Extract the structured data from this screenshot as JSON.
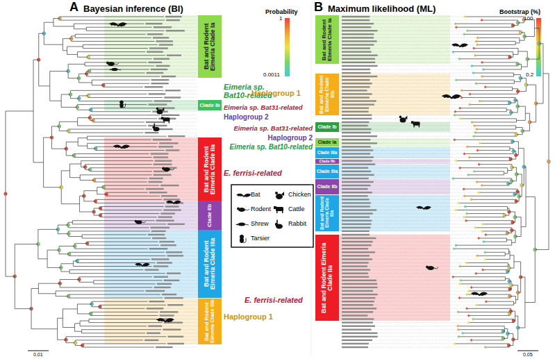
{
  "diagram": {
    "nodes": [
      {
        "text": [
          "Bat and Rodent Eimeria Clade Ia"
        ]
      },
      {
        "text": [
          "Clade Ib"
        ]
      },
      {
        "text": [
          "Bat and Rodent Eimeria Clade IIa"
        ]
      },
      {
        "text": [
          "Clade IIb"
        ]
      },
      {
        "text": [
          "Bat and Rodent Eimeria Clade IIIa"
        ]
      },
      {
        "text": [
          "Bat and Rodent Eimeria Clade IIIb"
        ]
      },
      {
        "text": [
          "Bat and Rodent Eimeria Clade Ia"
        ]
      },
      {
        "text": [
          "Bat and Rodent Eimeria Clade IIIb"
        ]
      },
      {
        "text": [
          "Clade Ib"
        ]
      },
      {
        "text": [
          "Clade Ia"
        ]
      },
      {
        "text": [
          "Clade IIIa"
        ]
      },
      {
        "text": [
          "Clade IIb"
        ]
      },
      {
        "text": [
          "Clade IIIa"
        ]
      },
      {
        "text": [
          "Clade IIb"
        ]
      },
      {
        "text": [
          "Bat and Rodent Eimeria Clade IIIa"
        ]
      },
      {
        "text": [
          "Bat and Rodent Eimeria Clade IIa"
        ]
      }
    ],
    "labels": [
      "A",
      "Bayesian inference (BI)",
      "B",
      "Maximum likelihood (ML)",
      "Probability",
      "1",
      "0.0011",
      "Bootstrap (%)",
      "100",
      "0.2",
      "Eimeria sp. Bat10-related",
      "Eimeria sp. Bat31-related",
      "Haplogroup 2",
      "E. ferrisi-related",
      "Haplogroup 1",
      "0.01",
      "Haplogroup 1",
      "Eimeria sp. Bat31-related",
      "Haplogroup 2",
      "Eimeria sp. Bat10-related",
      "E. ferrisi-related",
      "0.05"
    ],
    "legend": [
      {
        "text": "Bat"
      },
      {
        "text": "Rodent"
      },
      {
        "text": "Shrew"
      },
      {
        "text": "Tarsier"
      },
      {
        "text": "Chicken"
      },
      {
        "text": "Cattle"
      },
      {
        "text": "Rabbit"
      }
    ]
  }
}
